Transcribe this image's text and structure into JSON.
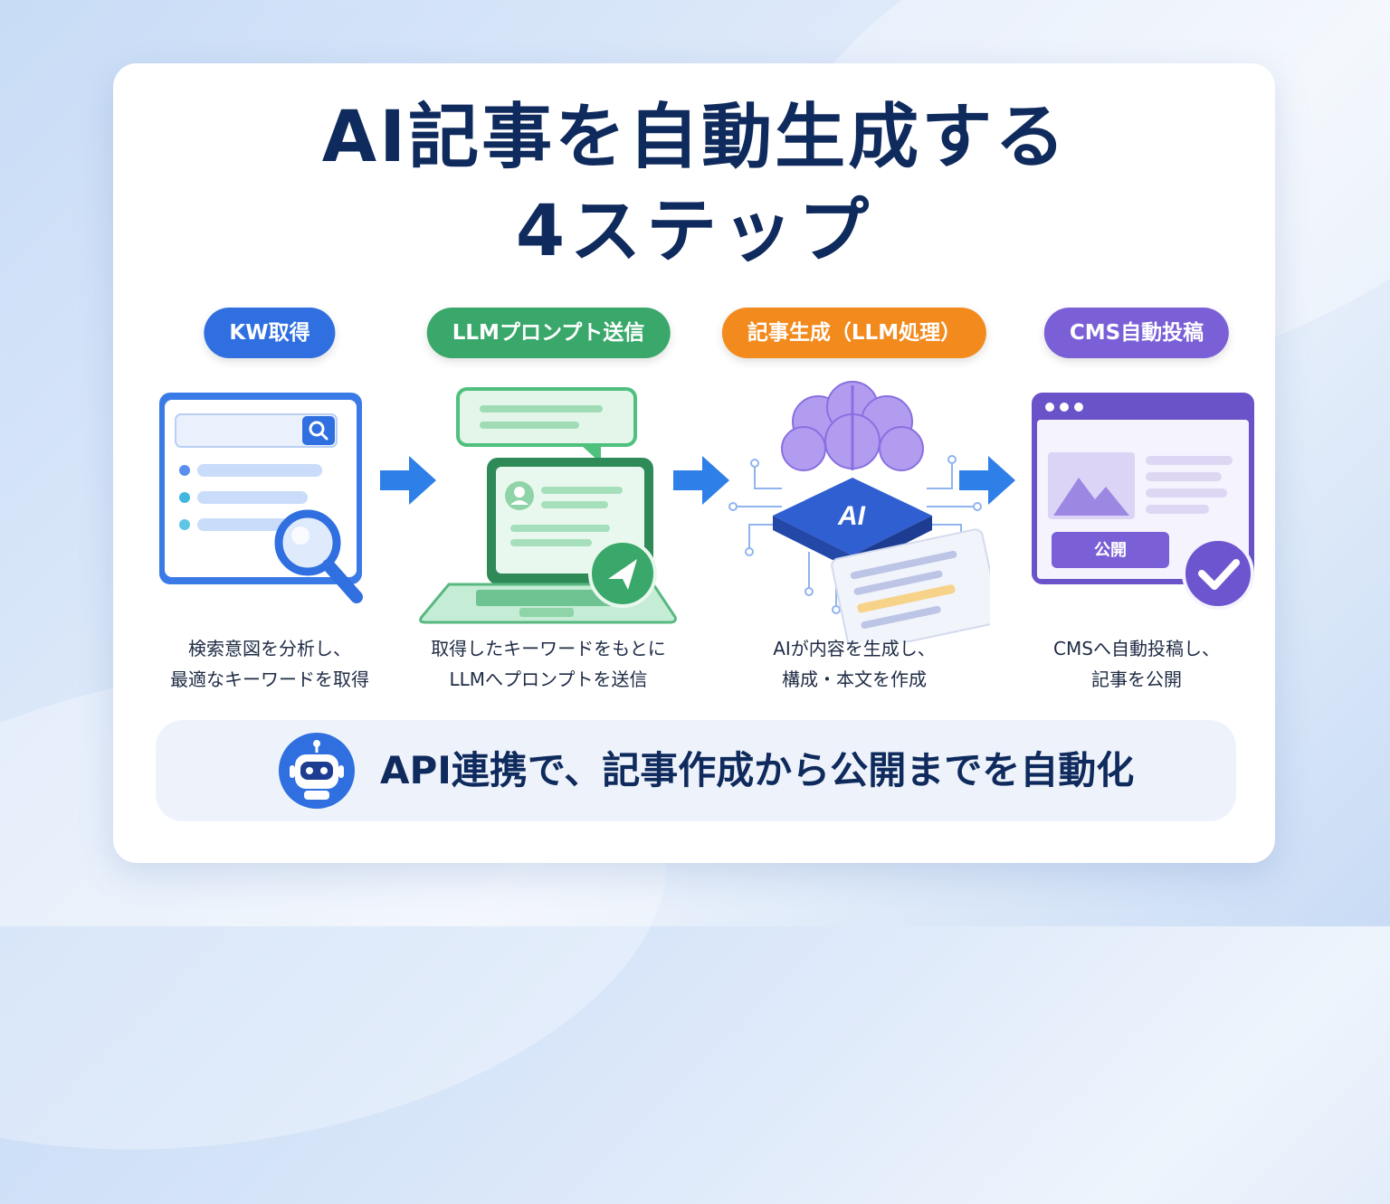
{
  "title": {
    "line1": "AI記事を自動生成する",
    "line2": "4ステップ"
  },
  "steps": [
    {
      "label": "KW取得",
      "color": "#2f6fe0",
      "desc_line1": "検索意図を分析し、",
      "desc_line2": "最適なキーワードを取得",
      "icon": "search-window-icon"
    },
    {
      "label": "LLMプロンプト送信",
      "color": "#3aa86a",
      "desc_line1": "取得したキーワードをもとに",
      "desc_line2": "LLMへプロンプトを送信",
      "icon": "laptop-send-icon"
    },
    {
      "label": "記事生成（LLM処理）",
      "color": "#f28a1e",
      "desc_line1": "AIが内容を生成し、",
      "desc_line2": "構成・本文を作成",
      "icon": "ai-brain-chip-icon",
      "chip_text": "AI"
    },
    {
      "label": "CMS自動投稿",
      "color": "#7b5fd6",
      "desc_line1": "CMSへ自動投稿し、",
      "desc_line2": "記事を公開",
      "icon": "browser-publish-icon",
      "publish_button": "公開"
    }
  ],
  "footer": {
    "text": "API連携で、記事作成から公開までを自動化",
    "icon": "robot-icon"
  },
  "colors": {
    "title": "#0f2a5c",
    "arrow": "#2f7fe8",
    "card": "#ffffff"
  }
}
